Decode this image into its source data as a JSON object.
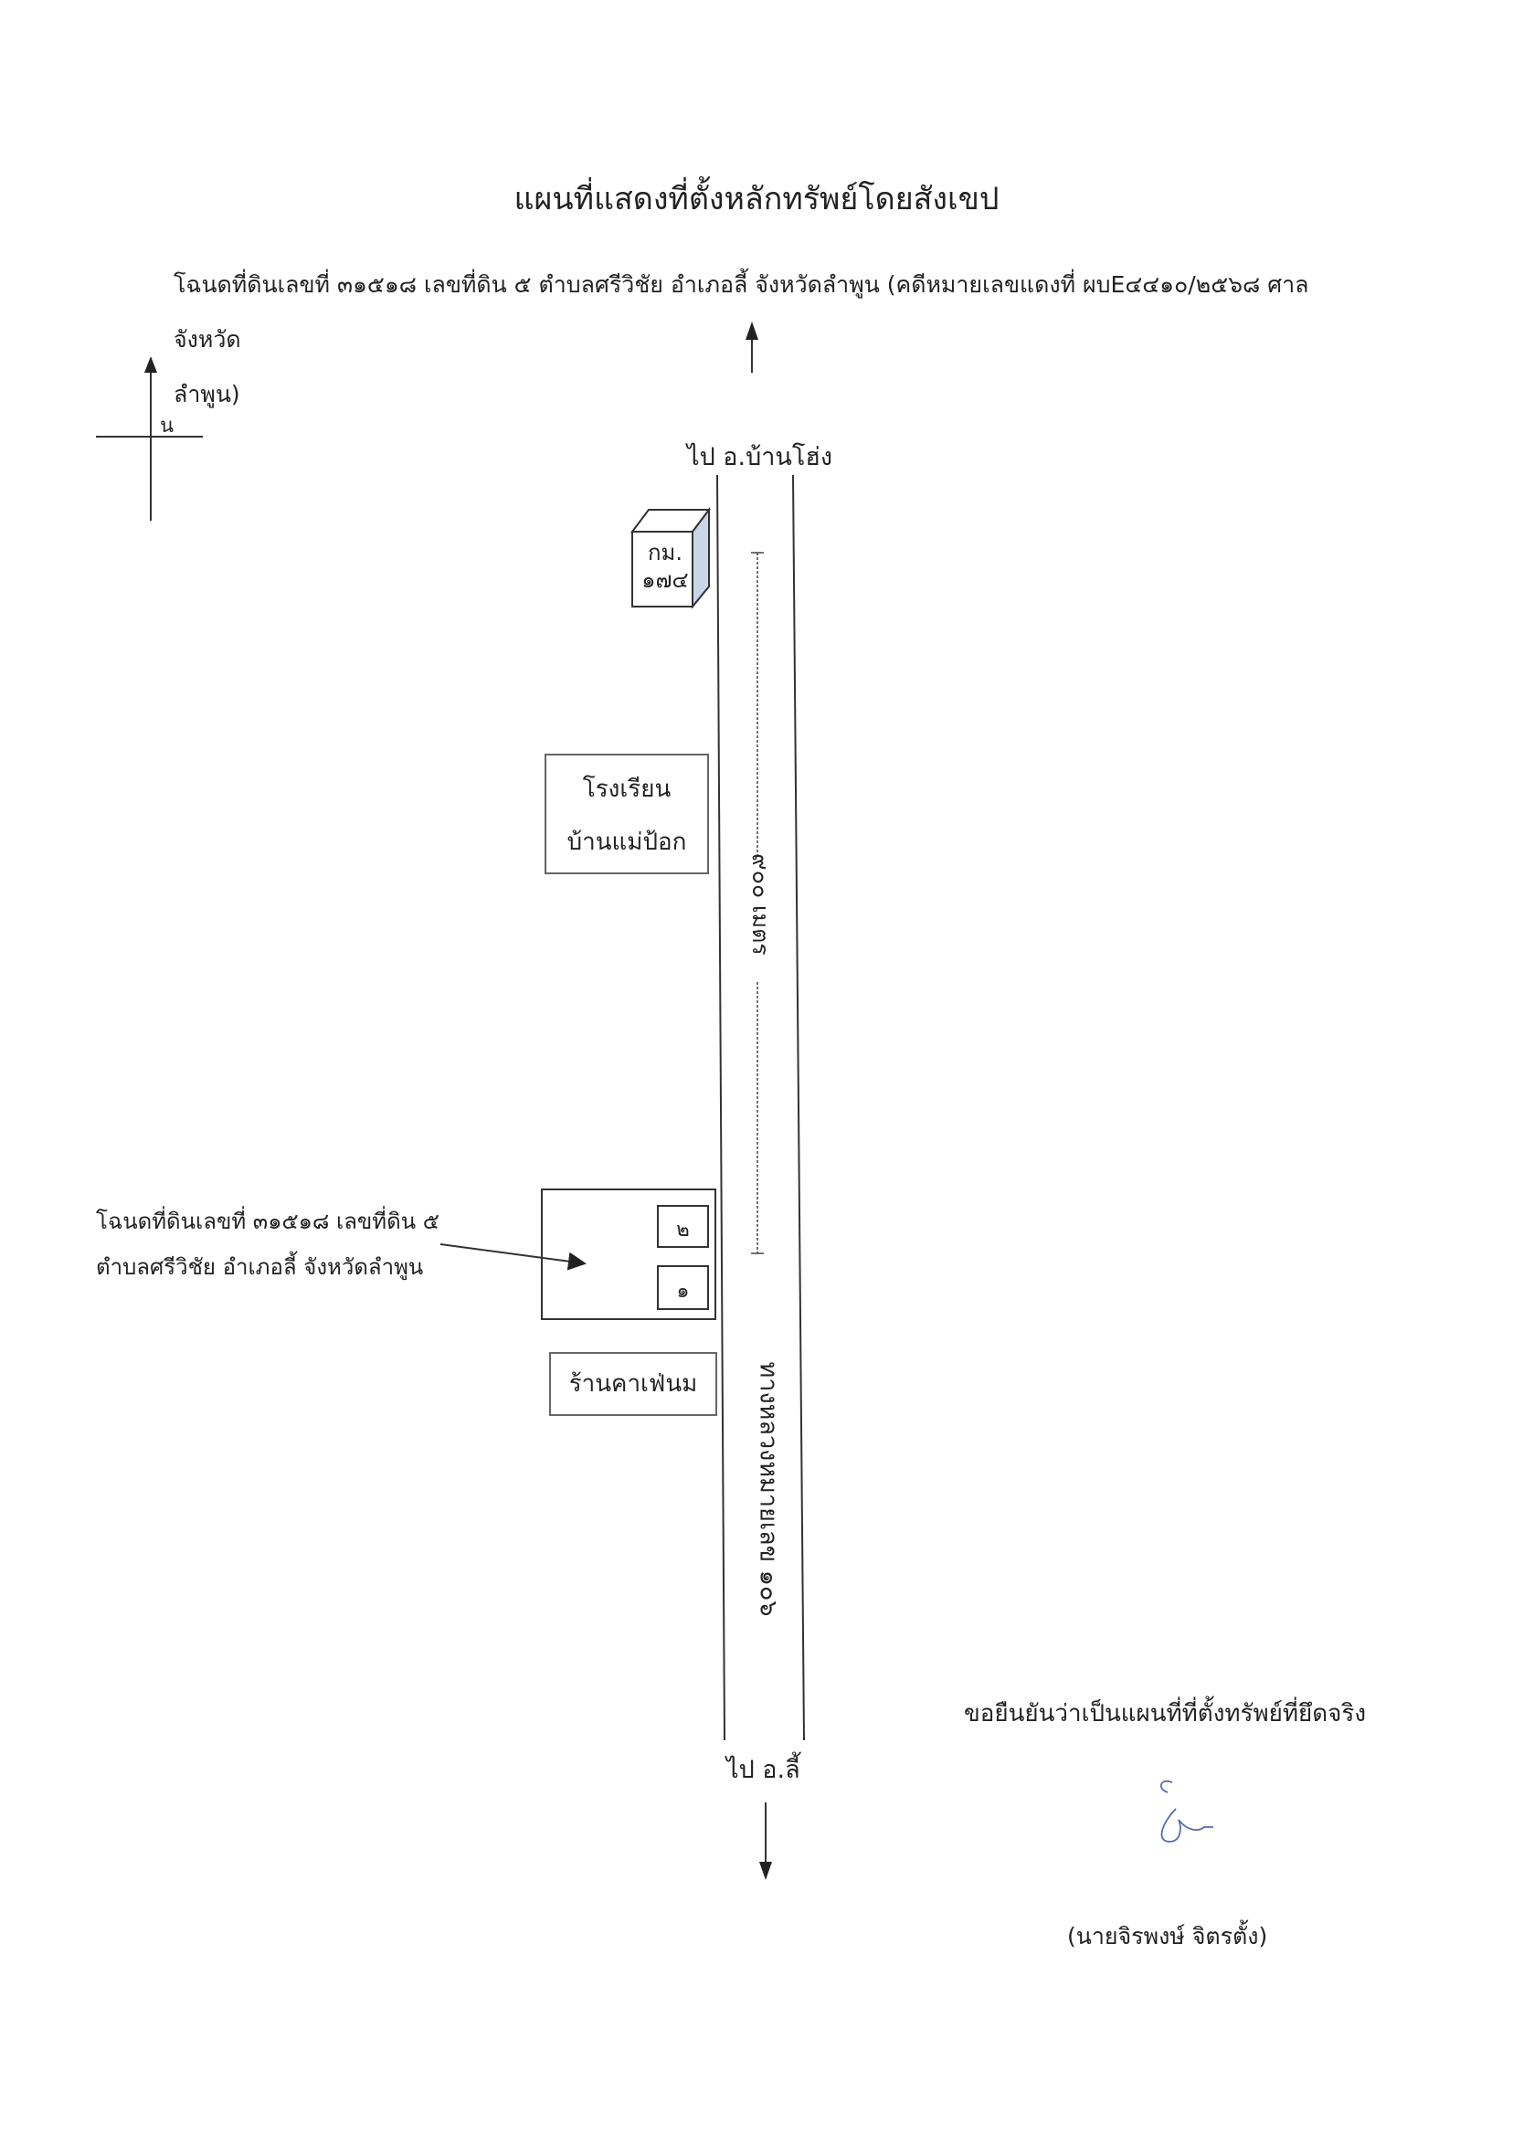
{
  "header": {
    "title": "แผนที่แสดงที่ตั้งหลักทรัพย์โดยสังเขป",
    "description_line1": "โฉนดที่ดินเลขที่ ๓๑๕๑๘ เลขที่ดิน ๕ ตำบลศรีวิชัย อำเภอลี้ จังหวัดลำพูน (คดีหมายเลขแดงที่ ผบE๔๔๑๐/๒๕๖๘ ศาลจังหวัด",
    "description_line2": "ลำพูน)"
  },
  "compass": {
    "north_label": "น",
    "icon": "north-arrow-icon"
  },
  "road": {
    "north_destination": "ไป อ.บ้านโฮ่ง",
    "south_destination": "ไป อ.ลี้",
    "name": "ทางหลวงหมายเลข ๑๐๖",
    "distance_label": "๙๐๐ เมตร"
  },
  "km_marker": {
    "line1": "กม.",
    "line2": "๑๗๔"
  },
  "landmarks": {
    "school_line1": "โรงเรียน",
    "school_line2": "บ้านแม่ป้อก",
    "cafe": "ร้านคาเฟ่นม"
  },
  "property": {
    "label_line1": "โฉนดที่ดินเลขที่ ๓๑๕๑๘ เลขที่ดิน ๕",
    "label_line2": "ตำบลศรีวิชัย อำเภอลี้ จังหวัดลำพูน",
    "building_1": "๑",
    "building_2": "๒"
  },
  "footer": {
    "confirmation": "ขอยืนยันว่าเป็นแผนที่ที่ตั้งทรัพย์ที่ยึดจริง",
    "signature_name": "(นายจิรพงษ์ จิตรตั้ง)"
  }
}
